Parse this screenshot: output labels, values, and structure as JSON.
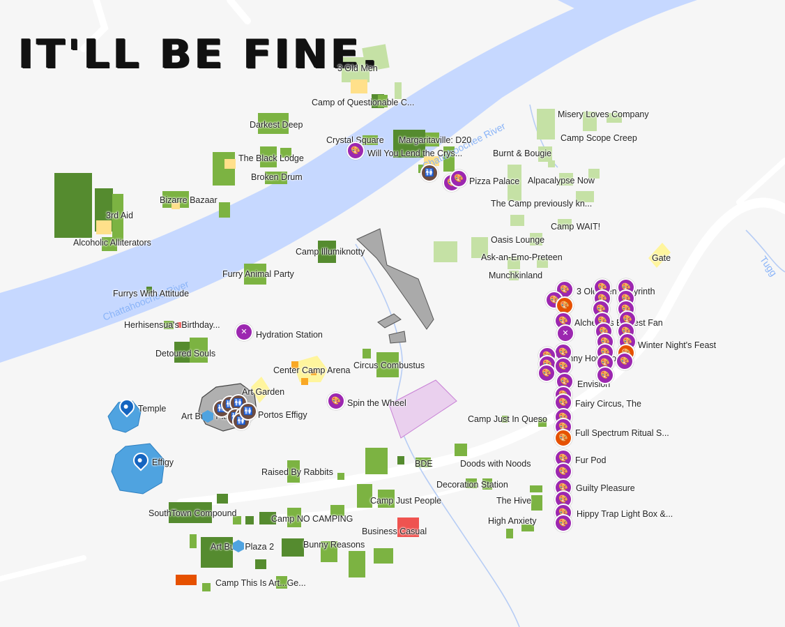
{
  "title": "IT'LL BE FINE.",
  "water_labels": [
    "Chattahoochee River",
    "Chattahoochee River",
    "Tugg"
  ],
  "colors": {
    "river": "#c6d8ff",
    "road": "#ffffff",
    "camp_dark": "#558b2f",
    "camp_mid": "#7cb342",
    "camp_light": "#c5e1a5",
    "camp_yellow": "#fff59d",
    "plaza": "#b0b0b0",
    "art_pin": "#9c27b0",
    "orange_pin": "#e65100",
    "toilet_pin": "#6d4c41",
    "temple": "#4fa3e0"
  },
  "icons": {
    "art": "palette-icon",
    "food": "utensils-icon",
    "toilet": "restroom-icon",
    "location": "map-marker-icon",
    "orange": "palette-orange-icon"
  },
  "places": [
    "3 Old Men",
    "Camp of Questionable C...",
    "Darkest Deep",
    "Crystal Square",
    "Margaritaville: D20",
    "Will You Lend the Crys...",
    "Misery Loves Company",
    "Camp Scope Creep",
    "Burnt & Bougie",
    "The Black Lodge",
    "Broken Drum",
    "Pizza Palace",
    "Alpacalypse Now",
    "Bizarre Bazaar",
    "The Camp previously kn...",
    "3rd Aid",
    "Alcoholic Alliterators",
    "Camp WAIT!",
    "Oasis Lounge",
    "Camp Illumiknotty",
    "Ask-an-Emo-Preteen",
    "Gate",
    "Furry Animal Party",
    "Munchkinland",
    "3 Old Men Labyrinth",
    "Furrys With Attitude",
    "Alchemy's Biggest Fan",
    "Herhisensua's Birthday...",
    "Hydration Station",
    "Winter Night's Feast",
    "Detoured Souls",
    "Bunny Hole Home",
    "Circus Combustus",
    "Center Camp Arena",
    "Envision",
    "Art Garden",
    "Temple",
    "Spin the Wheel",
    "Fairy Circus, The",
    "Art Burn Plaza 1",
    "Portos Effigy",
    "Camp Just In Queso",
    "Full Spectrum Ritual S...",
    "Effigy",
    "Fur Pod",
    "BDE",
    "Doods with Noods",
    "Raised By Rabbits",
    "Decoration Station",
    "Guilty Pleasure",
    "Camp Just People",
    "The Hive",
    "SouthTown Compound",
    "Camp NO CAMPING",
    "Hippy Trap Light Box &...",
    "High Anxiety",
    "Business Casual",
    "Art Burn Plaza 2",
    "Bunny Reasons",
    "Camp This Is Art...Ge..."
  ]
}
